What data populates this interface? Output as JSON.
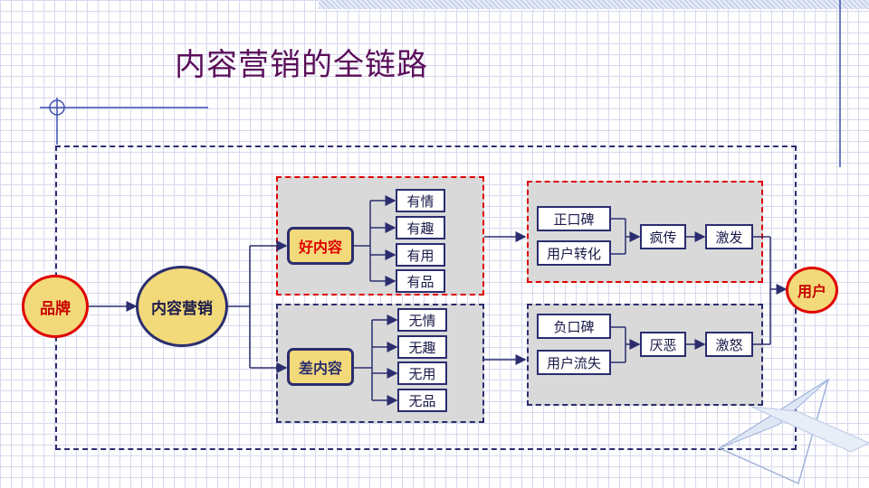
{
  "title": "内容营销的全链路",
  "nodes": {
    "brand": "品牌",
    "content_marketing": "内容营销",
    "good_content": "好内容",
    "bad_content": "差内容",
    "user": "用户"
  },
  "good_attributes": [
    "有情",
    "有趣",
    "有用",
    "有品"
  ],
  "bad_attributes": [
    "无情",
    "无趣",
    "无用",
    "无品"
  ],
  "good_effects": {
    "inputs": [
      "正口碑",
      "用户转化"
    ],
    "spread": "疯传",
    "result": "激发"
  },
  "bad_effects": {
    "inputs": [
      "负口碑",
      "用户流失"
    ],
    "spread": "厌恶",
    "result": "激怒"
  },
  "colors": {
    "title": "#5a0e5a",
    "navy": "#2b2d6f",
    "red": "#e00000",
    "circle_fill": "#f2d97a",
    "panel_gray": "#d9d9d9"
  }
}
